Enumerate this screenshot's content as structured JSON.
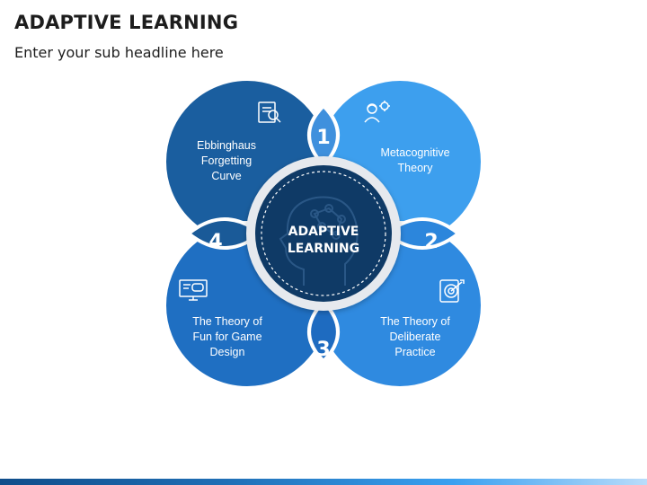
{
  "title": "ADAPTIVE LEARNING",
  "subtitle": "Enter your sub headline here",
  "center": {
    "line1": "ADAPTIVE",
    "line2": "LEARNING"
  },
  "petals": [
    {
      "number": "1",
      "label_lines": [
        "Metacognitive",
        "Theory"
      ],
      "icon": "engineer-gear-icon",
      "color": "#3d9fee"
    },
    {
      "number": "2",
      "label_lines": [
        "The Theory of",
        "Deliberate",
        "Practice"
      ],
      "icon": "dartboard-icon",
      "color": "#2f8ae0"
    },
    {
      "number": "3",
      "label_lines": [
        "The Theory of",
        "Fun for Game",
        "Design"
      ],
      "icon": "gamepad-monitor-icon",
      "color": "#1f6fc2"
    },
    {
      "number": "4",
      "label_lines": [
        "Ebbinghaus",
        "Forgetting",
        "Curve"
      ],
      "icon": "document-search-icon",
      "color": "#1a5e9f"
    }
  ],
  "colors": {
    "center_fill": "#0f3a66",
    "ring": "#e6e9ee",
    "text_light": "#ffffff"
  }
}
